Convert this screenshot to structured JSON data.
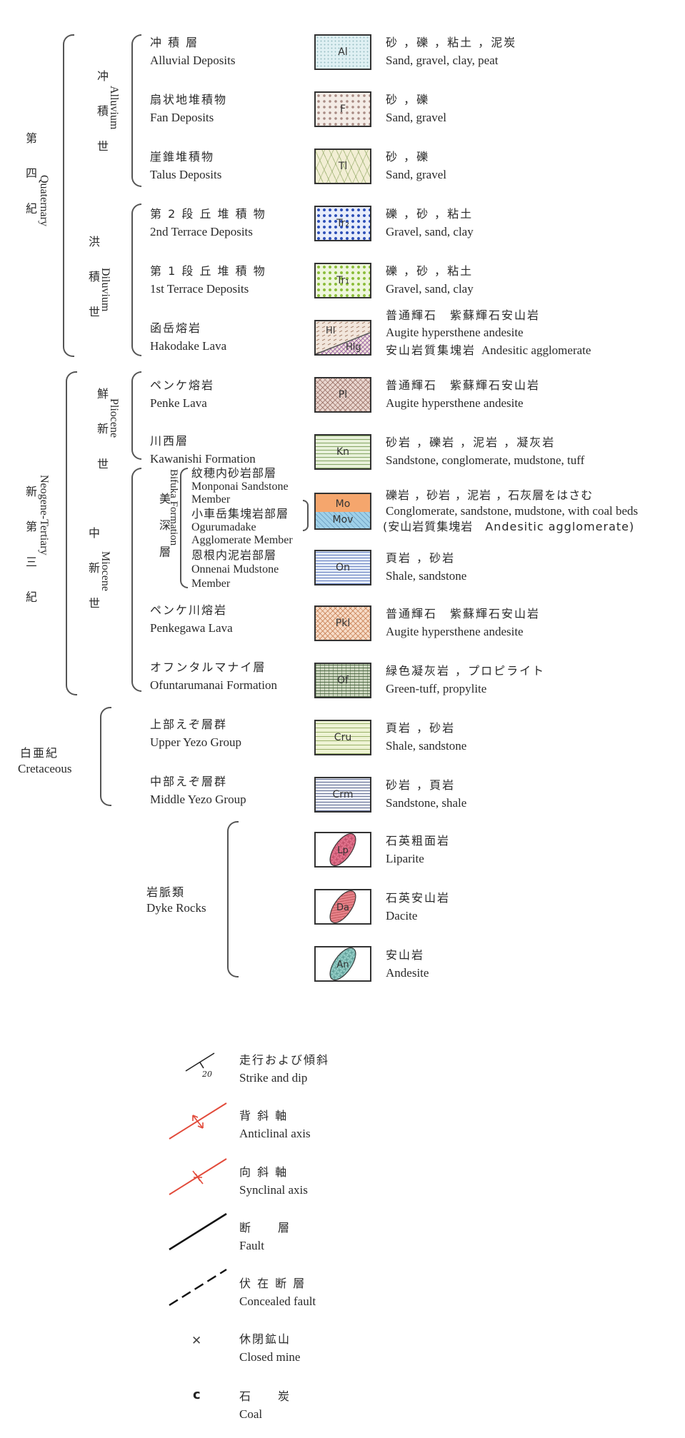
{
  "quaternary": {
    "jp": "第 四 紀",
    "en": "Quaternary"
  },
  "alluvium": {
    "jp": "冲 積 世",
    "en": "Alluvium"
  },
  "diluvium": {
    "jp": "洪 積 世",
    "en": "Diluvium"
  },
  "neogene": {
    "jp": "新 第 三 紀",
    "en": "Neogene-Tertiary"
  },
  "pliocene": {
    "jp": "鮮 新 世",
    "en": "Pliocene"
  },
  "miocene": {
    "jp": "中 新 世",
    "en": "Miocene"
  },
  "bifuka": {
    "jp": "美 深 層",
    "en": "Bifuka Formation"
  },
  "cretaceous": {
    "jp": "白亜紀",
    "en": "Cretaceous"
  },
  "dyke": {
    "jp": "岩脈類",
    "en": "Dyke Rocks"
  },
  "units": [
    {
      "jp": "冲 積 層",
      "en": "Alluvial Deposits",
      "code": "Al",
      "lith_jp": "砂 ，礫 ，粘土 ，泥炭",
      "lith_en": "Sand, gravel, clay, peat",
      "color": "#dff0f3"
    },
    {
      "jp": "扇状地堆積物",
      "en": "Fan Deposits",
      "code": "F",
      "lith_jp": "砂 ，礫",
      "lith_en": "Sand, gravel",
      "color": "#f4ece6"
    },
    {
      "jp": "崖錐堆積物",
      "en": "Talus Deposits",
      "code": "Tl",
      "lith_jp": "砂 ，礫",
      "lith_en": "Sand, gravel",
      "color": "#f2eed4"
    },
    {
      "jp": "第 2 段 丘 堆 積 物",
      "en": "2nd Terrace Deposits",
      "code": "Tr₂",
      "lith_jp": "礫 ，砂 ，粘土",
      "lith_en": "Gravel, sand, clay",
      "color": "#e7ecfa"
    },
    {
      "jp": "第 1 段 丘 堆 積 物",
      "en": "1st Terrace Deposits",
      "code": "Tr₁",
      "lith_jp": "礫 ，砂 ，粘土",
      "lith_en": "Gravel, sand, clay",
      "color": "#eef6dc"
    },
    {
      "jp": "函岳熔岩",
      "en": "Hakodake Lava",
      "code": "Hl",
      "code2": "Hlg",
      "lith_jp": "普通輝石　紫蘇輝石安山岩",
      "lith_en": "Augite hypersthene andesite",
      "lith_jp2": "安山岩質集塊岩",
      "lith_en2": "Andesitic agglomerate",
      "color": "#f2e6dc"
    },
    {
      "jp": "ペンケ熔岩",
      "en": "Penke Lava",
      "code": "Pl",
      "lith_jp": "普通輝石　紫蘇輝石安山岩",
      "lith_en": "Augite hypersthene andesite",
      "color": "#e9d6cf"
    },
    {
      "jp": "川西層",
      "en": "Kawanishi Formation",
      "code": "Kn",
      "lith_jp": "砂岩 ，礫岩 ，泥岩 ，凝灰岩",
      "lith_en": "Sandstone, conglomerate, mudstone, tuff",
      "color": "#e8f1da"
    },
    {
      "jp": "紋穂内砂岩部層",
      "en": "Monponai Sandstone",
      "en2": "Member",
      "code": "Mo",
      "color": "#f5a66d"
    },
    {
      "jp": "小車岳集塊岩部層",
      "en": "Ogurumadake",
      "en2": "Agglomerate Member",
      "code": "Mov",
      "color": "#9fd0e8"
    },
    {
      "jp": "恩根内泥岩部層",
      "en": "Onnenai Mudstone",
      "en2": "Member",
      "code": "On",
      "lith_jp": "頁岩 ，砂岩",
      "lith_en": "Shale, sandstone",
      "color": "#e4ecf7"
    },
    {
      "jp": "ペンケ川熔岩",
      "en": "Penkegawa Lava",
      "code": "Pkl",
      "lith_jp": "普通輝石　紫蘇輝石安山岩",
      "lith_en": "Augite hypersthene andesite",
      "color": "#f7dcc8"
    },
    {
      "jp": "オフンタルマナイ層",
      "en": "Ofuntarumanai Formation",
      "code": "Of",
      "lith_jp": "緑色凝灰岩 ，プロピライト",
      "lith_en": "Green-tuff, propylite",
      "color": "#cfd8c2"
    },
    {
      "jp": "上部えぞ層群",
      "en": "Upper Yezo Group",
      "code": "Cru",
      "lith_jp": "頁岩 ，砂岩",
      "lith_en": "Shale, sandstone",
      "color": "#eef3d4"
    },
    {
      "jp": "中部えぞ層群",
      "en": "Middle Yezo Group",
      "code": "Crm",
      "lith_jp": "砂岩 ，頁岩",
      "lith_en": "Sandstone, shale",
      "color": "#eef0f7"
    }
  ],
  "mo_lith": {
    "jp": "礫岩 ，砂岩 ，泥岩 ，石灰層をはさむ",
    "en": "Conglomerate, sandstone, mudstone, with coal beds",
    "line3": "(安山岩質集塊岩　Andesitic agglomerate)"
  },
  "dykes": [
    {
      "code": "Lp",
      "jp": "石英粗面岩",
      "en": "Liparite",
      "color": "#e0708a"
    },
    {
      "code": "Da",
      "jp": "石英安山岩",
      "en": "Dacite",
      "color": "#e8838a"
    },
    {
      "code": "An",
      "jp": "安山岩",
      "en": "Andesite",
      "color": "#8fc9c2"
    }
  ],
  "symbols": [
    {
      "jp": "走行および傾斜",
      "en": "Strike and dip",
      "dip": "20"
    },
    {
      "jp": "背 斜 軸",
      "en": "Anticlinal axis"
    },
    {
      "jp": "向 斜 軸",
      "en": "Synclinal axis"
    },
    {
      "jp": "断　　層",
      "en": "Fault"
    },
    {
      "jp": "伏 在 断 層",
      "en": "Concealed fault"
    },
    {
      "jp": "休閉鉱山",
      "en": "Closed mine",
      "glyph": "✕"
    },
    {
      "jp": "石　　炭",
      "en": "Coal",
      "glyph": "c"
    }
  ]
}
